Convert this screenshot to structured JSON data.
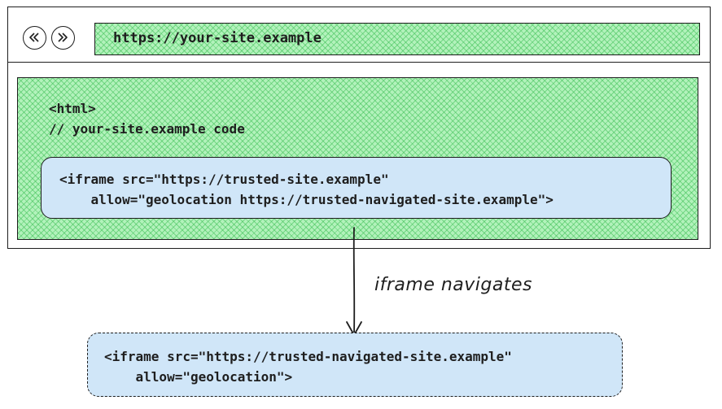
{
  "browser": {
    "address_url": "https://your-site.example",
    "back_icon": "double-chevron-left-icon",
    "forward_icon": "double-chevron-right-icon"
  },
  "page_code": {
    "line1": "<html>",
    "line2": "// your-site.example code"
  },
  "iframe_original": {
    "line1": "<iframe src=\"https://trusted-site.example\"",
    "line2": "    allow=\"geolocation https://trusted-navigated-site.example\">"
  },
  "arrow": {
    "label": "iframe navigates"
  },
  "iframe_navigated": {
    "line1": "<iframe src=\"https://trusted-navigated-site.example\"",
    "line2": "    allow=\"geolocation\">"
  },
  "colors": {
    "page_fill": "#b2f2bb",
    "hatch": "#40c057",
    "iframe_fill": "#d0e6f8",
    "stroke": "#1e1e1e"
  }
}
